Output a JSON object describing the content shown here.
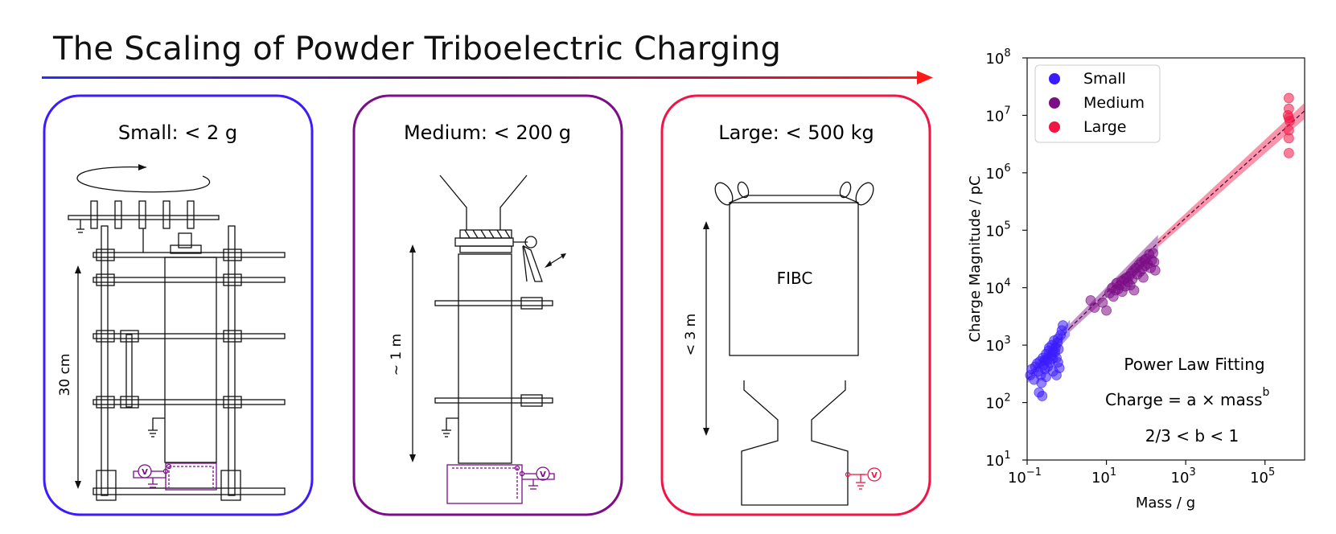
{
  "title": "The Scaling of Powder Triboelectric Charging",
  "colors": {
    "small": "#3b1cff",
    "medium": "#7b0d86",
    "large": "#f01545",
    "arrow_start": "#2a2bff",
    "arrow_end": "#ff1a1a"
  },
  "panels": [
    {
      "title": "Small: < 2 g",
      "dimension": "30 cm"
    },
    {
      "title": "Medium: < 200 g",
      "dimension": "~ 1 m"
    },
    {
      "title": "Large: < 500 kg",
      "dimension": "< 3 m",
      "container_label": "FIBC"
    }
  ],
  "meter_symbol": "V",
  "chart_data": {
    "type": "scatter",
    "xscale": "log",
    "yscale": "log",
    "xlim": [
      0.1,
      1000000
    ],
    "ylim": [
      10,
      100000000
    ],
    "xlabel": "Mass / g",
    "ylabel": "Charge Magnitude / pC",
    "x_ticks": [
      {
        "base": "10",
        "exp": "−1",
        "value": 0.1
      },
      {
        "base": "10",
        "exp": "1",
        "value": 10
      },
      {
        "base": "10",
        "exp": "3",
        "value": 1000
      },
      {
        "base": "10",
        "exp": "5",
        "value": 100000
      }
    ],
    "y_ticks": [
      {
        "base": "10",
        "exp": "1",
        "value": 10
      },
      {
        "base": "10",
        "exp": "2",
        "value": 100
      },
      {
        "base": "10",
        "exp": "3",
        "value": 1000
      },
      {
        "base": "10",
        "exp": "4",
        "value": 10000
      },
      {
        "base": "10",
        "exp": "5",
        "value": 100000
      },
      {
        "base": "10",
        "exp": "6",
        "value": 1000000
      },
      {
        "base": "10",
        "exp": "7",
        "value": 10000000
      },
      {
        "base": "10",
        "exp": "8",
        "value": 100000000
      }
    ],
    "legend": {
      "placement": "top-left",
      "entries": [
        {
          "label": "Small",
          "color": "#3b1cff"
        },
        {
          "label": "Medium",
          "color": "#7b0d86"
        },
        {
          "label": "Large",
          "color": "#f01545"
        }
      ]
    },
    "annotation": {
      "line1": "Power Law Fitting",
      "line2": "Charge = a × mass",
      "line2_sup": "b",
      "line3": "2/3 < b < 1"
    },
    "fit": {
      "segments": [
        {
          "x0": 0.1,
          "x1": 1.2,
          "y0": 250,
          "y1": 2000,
          "color": "#3b1cff"
        },
        {
          "x0": 1.2,
          "x1": 200,
          "y0": 2000,
          "y1": 60000,
          "color": "#7b0d86"
        },
        {
          "x0": 200,
          "x1": 1000000,
          "y0": 60000,
          "y1": 12000000,
          "color": "#f01545"
        }
      ]
    },
    "series": [
      {
        "name": "Small",
        "color": "#3b1cff",
        "points": [
          [
            0.12,
            300
          ],
          [
            0.13,
            380
          ],
          [
            0.15,
            250
          ],
          [
            0.16,
            420
          ],
          [
            0.18,
            480
          ],
          [
            0.19,
            350
          ],
          [
            0.2,
            150
          ],
          [
            0.21,
            520
          ],
          [
            0.22,
            300
          ],
          [
            0.24,
            130
          ],
          [
            0.25,
            600
          ],
          [
            0.26,
            450
          ],
          [
            0.28,
            380
          ],
          [
            0.3,
            700
          ],
          [
            0.3,
            280
          ],
          [
            0.32,
            550
          ],
          [
            0.33,
            420
          ],
          [
            0.35,
            800
          ],
          [
            0.36,
            900
          ],
          [
            0.38,
            500
          ],
          [
            0.4,
            650
          ],
          [
            0.42,
            1000
          ],
          [
            0.44,
            580
          ],
          [
            0.45,
            350
          ],
          [
            0.48,
            1200
          ],
          [
            0.5,
            750
          ],
          [
            0.52,
            900
          ],
          [
            0.55,
            600
          ],
          [
            0.58,
            1100
          ],
          [
            0.6,
            1300
          ],
          [
            0.62,
            850
          ],
          [
            0.65,
            400
          ],
          [
            0.7,
            1500
          ],
          [
            0.75,
            1800
          ],
          [
            0.8,
            2200
          ],
          [
            0.6,
            500
          ],
          [
            0.45,
            750
          ],
          [
            0.28,
            550
          ],
          [
            0.23,
            220
          ],
          [
            0.55,
            300
          ]
        ]
      },
      {
        "name": "Medium",
        "color": "#7b0d86",
        "points": [
          [
            4,
            6000
          ],
          [
            5,
            4500
          ],
          [
            8,
            5500
          ],
          [
            10,
            4000
          ],
          [
            12,
            8000
          ],
          [
            14,
            10000
          ],
          [
            15,
            7000
          ],
          [
            17,
            9000
          ],
          [
            18,
            12000
          ],
          [
            20,
            9500
          ],
          [
            22,
            11000
          ],
          [
            24,
            13000
          ],
          [
            25,
            8500
          ],
          [
            28,
            14000
          ],
          [
            30,
            10500
          ],
          [
            32,
            15000
          ],
          [
            35,
            12500
          ],
          [
            38,
            16000
          ],
          [
            40,
            11000
          ],
          [
            42,
            18000
          ],
          [
            45,
            14000
          ],
          [
            48,
            20000
          ],
          [
            50,
            9000
          ],
          [
            55,
            22000
          ],
          [
            60,
            17000
          ],
          [
            65,
            25000
          ],
          [
            70,
            19000
          ],
          [
            75,
            28000
          ],
          [
            80,
            21000
          ],
          [
            85,
            15000
          ],
          [
            90,
            30000
          ],
          [
            95,
            24000
          ],
          [
            100,
            32000
          ],
          [
            110,
            26000
          ],
          [
            120,
            38000
          ],
          [
            130,
            22000
          ],
          [
            140,
            30000
          ],
          [
            150,
            40000
          ],
          [
            160,
            28000
          ],
          [
            170,
            20000
          ]
        ]
      },
      {
        "name": "Large",
        "color": "#f01545",
        "points": [
          [
            400000,
            20000000
          ],
          [
            400000,
            13000000
          ],
          [
            400000,
            9000000
          ],
          [
            400000,
            5500000
          ],
          [
            400000,
            4000000
          ],
          [
            400000,
            2200000
          ],
          [
            420000,
            8000000
          ],
          [
            380000,
            10000000
          ]
        ]
      }
    ]
  }
}
